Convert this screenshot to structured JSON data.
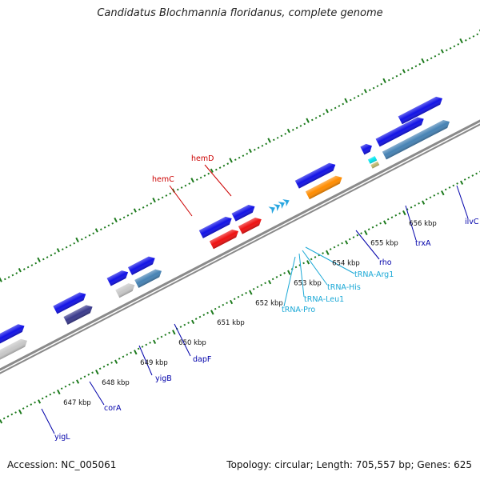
{
  "title": "Candidatus Blochmannia floridanus, complete genome",
  "footer": {
    "accession": "Accession: NC_005061",
    "summary": "Topology: circular; Length: 705,557 bp; Genes: 625"
  },
  "colors": {
    "backbone": "#8a8a8a",
    "tick": "#1d7a1d",
    "label_red": "#cc0000",
    "label_blue": "#0000aa",
    "label_cyan": "#1aa8d6"
  },
  "scale": {
    "kbp_labels": [
      {
        "text": "647 kbp",
        "kbp": 647
      },
      {
        "text": "648 kbp",
        "kbp": 648
      },
      {
        "text": "649 kbp",
        "kbp": 649
      },
      {
        "text": "650 kbp",
        "kbp": 650
      },
      {
        "text": "651 kbp",
        "kbp": 651
      },
      {
        "text": "652 kbp",
        "kbp": 652
      },
      {
        "text": "653 kbp",
        "kbp": 653
      },
      {
        "text": "654 kbp",
        "kbp": 654
      },
      {
        "text": "655 kbp",
        "kbp": 655
      },
      {
        "text": "656 kbp",
        "kbp": 656
      }
    ]
  },
  "features": [
    {
      "track": "fwd",
      "start": 646.0,
      "end": 647.0,
      "color": "#1212e6"
    },
    {
      "track": "fwd",
      "start": 647.8,
      "end": 648.6,
      "color": "#1212e6"
    },
    {
      "track": "fwd",
      "start": 649.2,
      "end": 649.7,
      "color": "#1212e6"
    },
    {
      "track": "fwd",
      "start": 649.75,
      "end": 650.4,
      "color": "#1212e6"
    },
    {
      "track": "fwd",
      "start": 651.6,
      "end": 652.4,
      "color": "#1212e6"
    },
    {
      "track": "fwd",
      "start": 652.45,
      "end": 653.0,
      "color": "#1212e6"
    },
    {
      "track": "fwd",
      "start": 654.1,
      "end": 655.1,
      "color": "#1212e6"
    },
    {
      "track": "fwd",
      "start": 655.8,
      "end": 656.05,
      "color": "#1212e6"
    },
    {
      "track": "fwd",
      "start": 656.2,
      "end": 657.4,
      "color": "#1212e6"
    },
    {
      "track": "fwd2",
      "start": 656.9,
      "end": 658.0,
      "color": "#1212e6"
    },
    {
      "track": "rev",
      "start": 646.1,
      "end": 646.9,
      "color": "#c8c8c8"
    },
    {
      "track": "rev",
      "start": 647.9,
      "end": 648.6,
      "color": "#3a3a8c"
    },
    {
      "track": "rev",
      "start": 649.25,
      "end": 649.7,
      "color": "#c8c8c8"
    },
    {
      "track": "rev",
      "start": 649.75,
      "end": 650.4,
      "color": "#4682b4"
    },
    {
      "track": "rev",
      "start": 651.7,
      "end": 652.4,
      "color": "#ee1111"
    },
    {
      "track": "rev",
      "start": 652.45,
      "end": 653.0,
      "color": "#ee1111"
    },
    {
      "track": "rev",
      "start": 654.2,
      "end": 655.1,
      "color": "#ff8c00"
    },
    {
      "track": "rev",
      "start": 656.2,
      "end": 657.9,
      "color": "#4682b4"
    },
    {
      "track": "rev2",
      "start": 655.82,
      "end": 656.0,
      "color": "#00e5ee"
    },
    {
      "track": "rev3",
      "start": 655.82,
      "end": 656.0,
      "color": "#bdb76b"
    }
  ],
  "trnas": [
    653.35,
    653.48,
    653.6,
    653.72
  ],
  "labels": [
    {
      "text": "hemD",
      "color": "red"
    },
    {
      "text": "hemC",
      "color": "red"
    },
    {
      "text": "yigL",
      "color": "blue"
    },
    {
      "text": "corA",
      "color": "blue"
    },
    {
      "text": "yigB",
      "color": "blue"
    },
    {
      "text": "dapF",
      "color": "blue"
    },
    {
      "text": "rho",
      "color": "blue"
    },
    {
      "text": "trxA",
      "color": "blue"
    },
    {
      "text": "ilvC",
      "color": "blue"
    },
    {
      "text": "tRNA-Arg1",
      "color": "cyan"
    },
    {
      "text": "tRNA-His",
      "color": "cyan"
    },
    {
      "text": "tRNA-Leu1",
      "color": "cyan"
    },
    {
      "text": "tRNA-Pro",
      "color": "cyan"
    }
  ]
}
